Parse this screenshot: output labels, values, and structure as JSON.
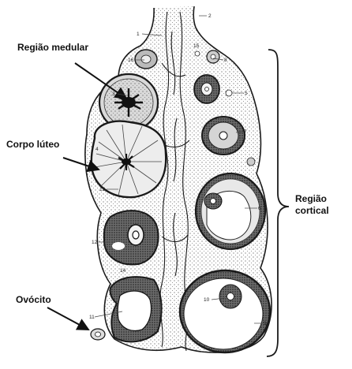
{
  "labels": {
    "regiao_medular": "Região medular",
    "corpo_luteo": "Corpo lúteo",
    "ovocito": "Ovócito",
    "regiao_cortical_line1": "Região",
    "regiao_cortical_line2": "cortical"
  },
  "numbers": {
    "n1": "1",
    "n2": "2",
    "n3": "3",
    "n4": "4",
    "n5": "5",
    "n6": "6",
    "n7": "7",
    "n8": "8",
    "n9": "9",
    "n10": "10",
    "n11": "11",
    "n12": "12",
    "n13": "13",
    "n14": "14",
    "n15": "15",
    "n16": "16"
  }
}
